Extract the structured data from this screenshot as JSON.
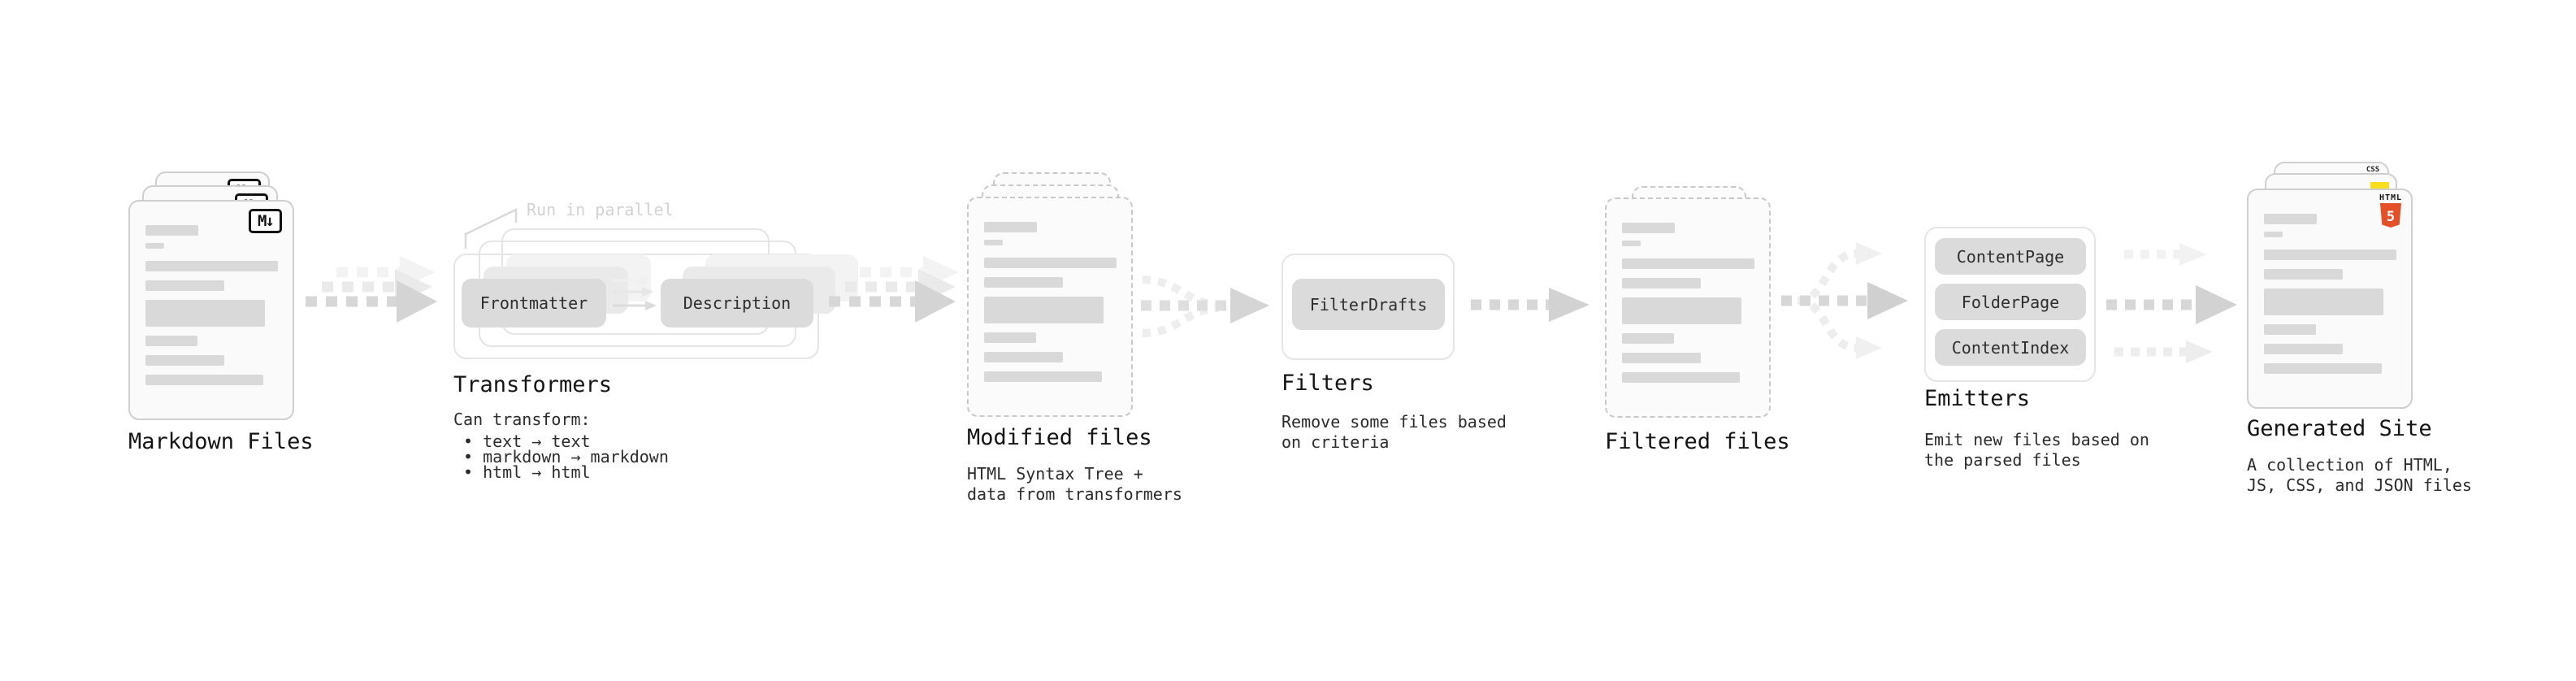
{
  "stages": {
    "markdown": {
      "label": "Markdown Files"
    },
    "transformers": {
      "label": "Transformers",
      "note": "Run in parallel",
      "pill_a": "Frontmatter",
      "pill_b": "Description",
      "desc_title": "Can transform:",
      "bullets": [
        "• text → text",
        "• markdown → markdown",
        "• html → html"
      ]
    },
    "modified": {
      "label": "Modified files",
      "desc": [
        "HTML Syntax Tree +",
        "data from transformers"
      ]
    },
    "filters": {
      "label": "Filters",
      "pill": "FilterDrafts",
      "desc": [
        "Remove some files based",
        "on criteria"
      ]
    },
    "filtered": {
      "label": "Filtered files"
    },
    "emitters": {
      "label": "Emitters",
      "pills": [
        "ContentPage",
        "FolderPage",
        "ContentIndex"
      ],
      "desc": [
        "Emit new files based on",
        "the parsed files"
      ]
    },
    "generated": {
      "label": "Generated Site",
      "desc": [
        "A collection of HTML,",
        "JS, CSS, and JSON files"
      ]
    }
  },
  "badges": {
    "markdown": "M↓",
    "html_word": "HTML",
    "html_five": "5",
    "css_word": "CSS"
  },
  "colors": {
    "html5_orange": "#e34f26",
    "js_yellow": "#f7df1e",
    "css_blue": "#2965f1",
    "arrow_front": "#d5d5d5",
    "arrow_ghost": "#efefef",
    "note_gray": "#d2d2d2"
  },
  "doc_bars": [
    {
      "w": 65,
      "h": 13,
      "gap": 9
    },
    {
      "w": 23,
      "h": 7,
      "gap": 15
    },
    {
      "w": 163,
      "h": 13,
      "gap": 11
    },
    {
      "w": 97,
      "h": 13,
      "gap": 11
    },
    {
      "w": 147,
      "h": 33,
      "gap": 11
    },
    {
      "w": 64,
      "h": 13,
      "gap": 11
    },
    {
      "w": 97,
      "h": 13,
      "gap": 11
    },
    {
      "w": 145,
      "h": 13,
      "gap": 0
    }
  ]
}
